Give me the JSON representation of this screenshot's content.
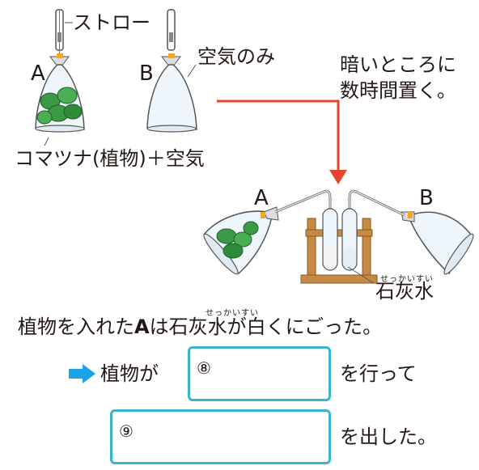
{
  "labels": {
    "straw": "ストロー",
    "bag_a": "A",
    "bag_b": "B",
    "air_only": "空気のみ",
    "instruction_line1": "暗いところに",
    "instruction_line2": "数時間置く。",
    "komatsuna": "コマツナ(植物)＋空気",
    "setup_a": "A",
    "setup_b": "B",
    "limewater_ruby": "せっかいすい",
    "limewater": "石灰水"
  },
  "result": {
    "prefix": "植物を入れた",
    "bag": "A",
    "middle": "は",
    "ruby": "せっかいすい",
    "limewater": "石灰水",
    "suffix": "が白くにごった。"
  },
  "conclusion": {
    "arrow": "➡",
    "subject": "植物が",
    "blank8_number": "⑧",
    "after8": "を行って",
    "blank9_number": "⑨",
    "after9": "を出した。"
  },
  "colors": {
    "arrow_red": "#e8442c",
    "box_cyan": "#3bb5c9",
    "arrow_blue": "#1aa3e8",
    "leaf_green": "#3a9a46",
    "stand_wood": "#c78a45"
  }
}
